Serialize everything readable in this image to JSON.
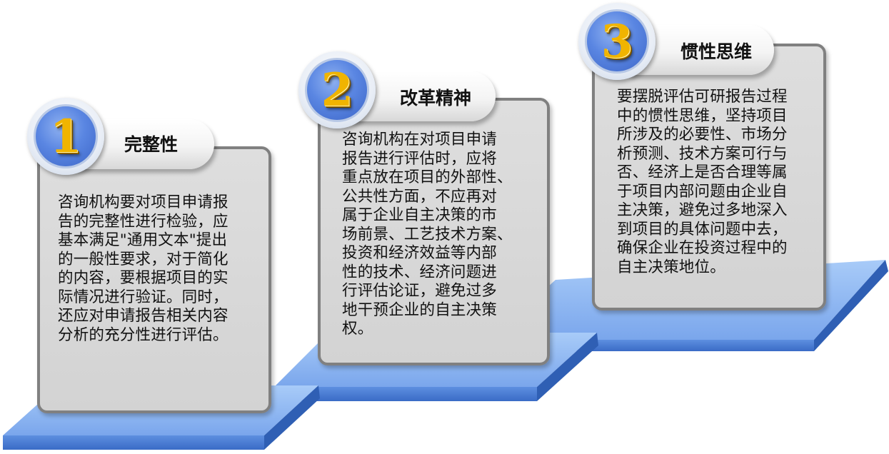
{
  "steps": [
    {
      "number": "1",
      "title": "完整性",
      "body": "咨询机构要对项目申请报\n告的完整性进行检验，应\n基本满足\"通用文本\"提出\n的一般性要求，对于简化\n的内容，要根据项目的实\n际情况进行验证。同时，\n还应对申请报告相关内容\n分析的充分性进行评估。"
    },
    {
      "number": "2",
      "title": "改革精神",
      "body": "咨询机构在对项目申请\n报告进行评估时，应将\n重点放在项目的外部性、\n公共性方面，不应再对\n属于企业自主决策的市\n场前景、工艺技术方案、\n投资和经济效益等内部\n性的技术、经济问题进\n行评估论证，避免过多\n地干预企业的自主决策\n权。"
    },
    {
      "number": "3",
      "title": "惯性思维",
      "body": "要摆脱评估可研报告过程\n中的惯性思维，坚持项目\n所涉及的必要性、市场分\n析预测、技术方案可行与\n否、经济上是否合理等属\n于项目内部问题由企业自\n主决策，避免过多地深入\n到项目的具体问题中去，\n确保企业在投资过程中的\n自主决策地位。"
    }
  ],
  "colors": {
    "platform_top": "#8fb8f3",
    "platform_front": "#4a7fd6",
    "platform_side": "#2f5fb4",
    "card_border": "#808080",
    "number_gold": "#f0b400"
  }
}
